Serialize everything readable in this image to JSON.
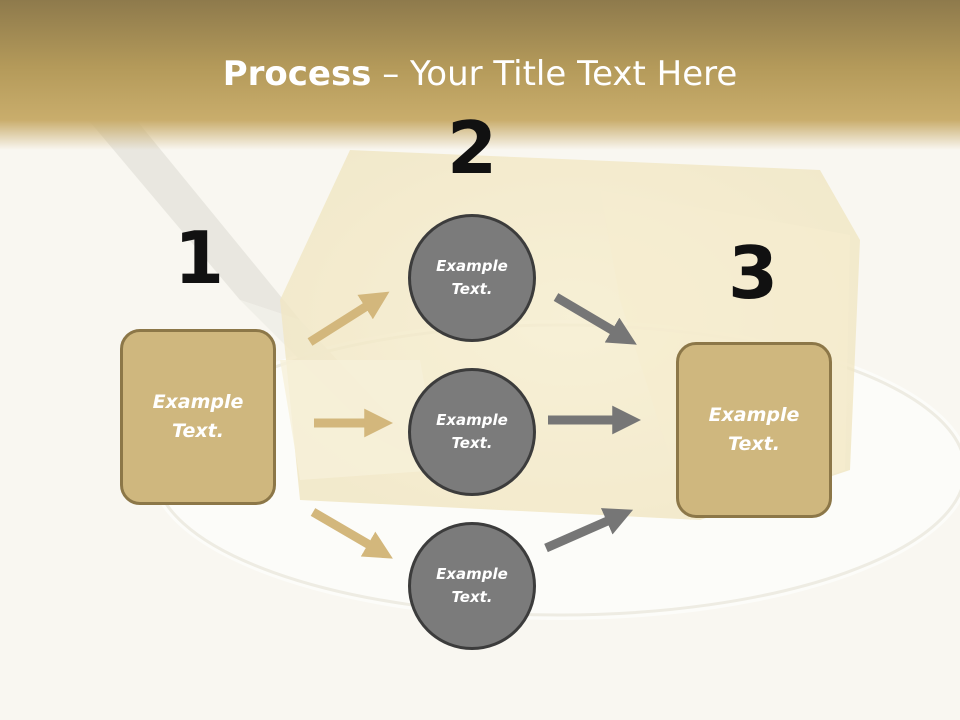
{
  "title": {
    "bold": "Process",
    "rest": " – Your Title Text Here"
  },
  "steps": {
    "n1": "1",
    "n2": "2",
    "n3": "3"
  },
  "boxes": {
    "left": "Example\nText.",
    "right": "Example\nText."
  },
  "circles": [
    {
      "label": "Example\nText."
    },
    {
      "label": "Example\nText."
    },
    {
      "label": "Example\nText."
    }
  ],
  "colors": {
    "tan": "#cfb77e",
    "tan_border": "#8c7748",
    "circle": "#7b7b7b",
    "arrow_gold": "#d3b77c",
    "arrow_gray": "#767676",
    "header": "#b49a5a"
  }
}
